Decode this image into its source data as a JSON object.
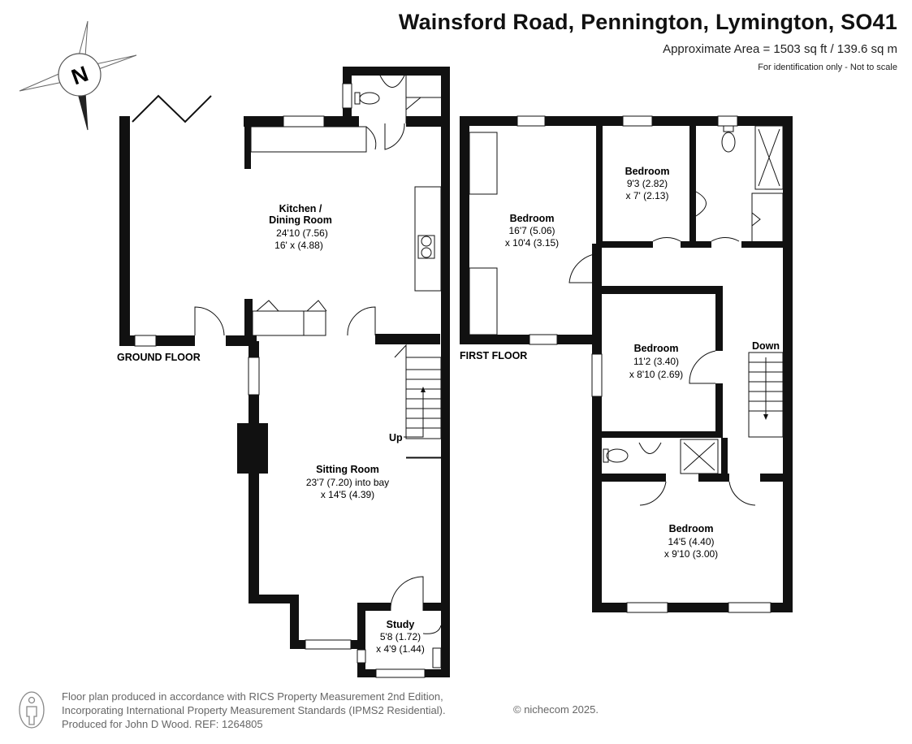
{
  "header": {
    "title": "Wainsford Road, Pennington, Lymington, SO41",
    "area": "Approximate Area = 1503 sq ft / 139.6 sq m",
    "note": "For identification only - Not to scale"
  },
  "compass": {
    "label": "N"
  },
  "floors": {
    "ground": {
      "label": "GROUND FLOOR"
    },
    "first": {
      "label": "FIRST FLOOR"
    }
  },
  "rooms": {
    "kitchen": {
      "name1": "Kitchen /",
      "name2": "Dining Room",
      "dim1": "24'10 (7.56)",
      "dim2": "16' x (4.88)"
    },
    "sitting": {
      "name": "Sitting Room",
      "dim1": "23'7 (7.20) into bay",
      "dim2": "x 14'5 (4.39)"
    },
    "study": {
      "name": "Study",
      "dim1": "5'8 (1.72)",
      "dim2": "x 4'9 (1.44)"
    },
    "bedroom1": {
      "name": "Bedroom",
      "dim1": "16'7 (5.06)",
      "dim2": "x 10'4 (3.15)"
    },
    "bedroom2": {
      "name": "Bedroom",
      "dim1": "9'3 (2.82)",
      "dim2": "x 7' (2.13)"
    },
    "bedroom3": {
      "name": "Bedroom",
      "dim1": "11'2 (3.40)",
      "dim2": "x 8'10 (2.69)"
    },
    "bedroom4": {
      "name": "Bedroom",
      "dim1": "14'5 (4.40)",
      "dim2": "x 9'10 (3.00)"
    }
  },
  "stairs": {
    "up": "Up",
    "down": "Down"
  },
  "footer": {
    "line1": "Floor plan produced in accordance with RICS Property Measurement 2nd Edition,",
    "line2": "Incorporating International Property Measurement Standards (IPMS2 Residential).",
    "line3": "Produced for John D Wood.   REF: 1264805",
    "copyright": "© nichecom 2025."
  },
  "colors": {
    "wall": "#111111",
    "text_muted": "#666666",
    "background": "#ffffff"
  }
}
